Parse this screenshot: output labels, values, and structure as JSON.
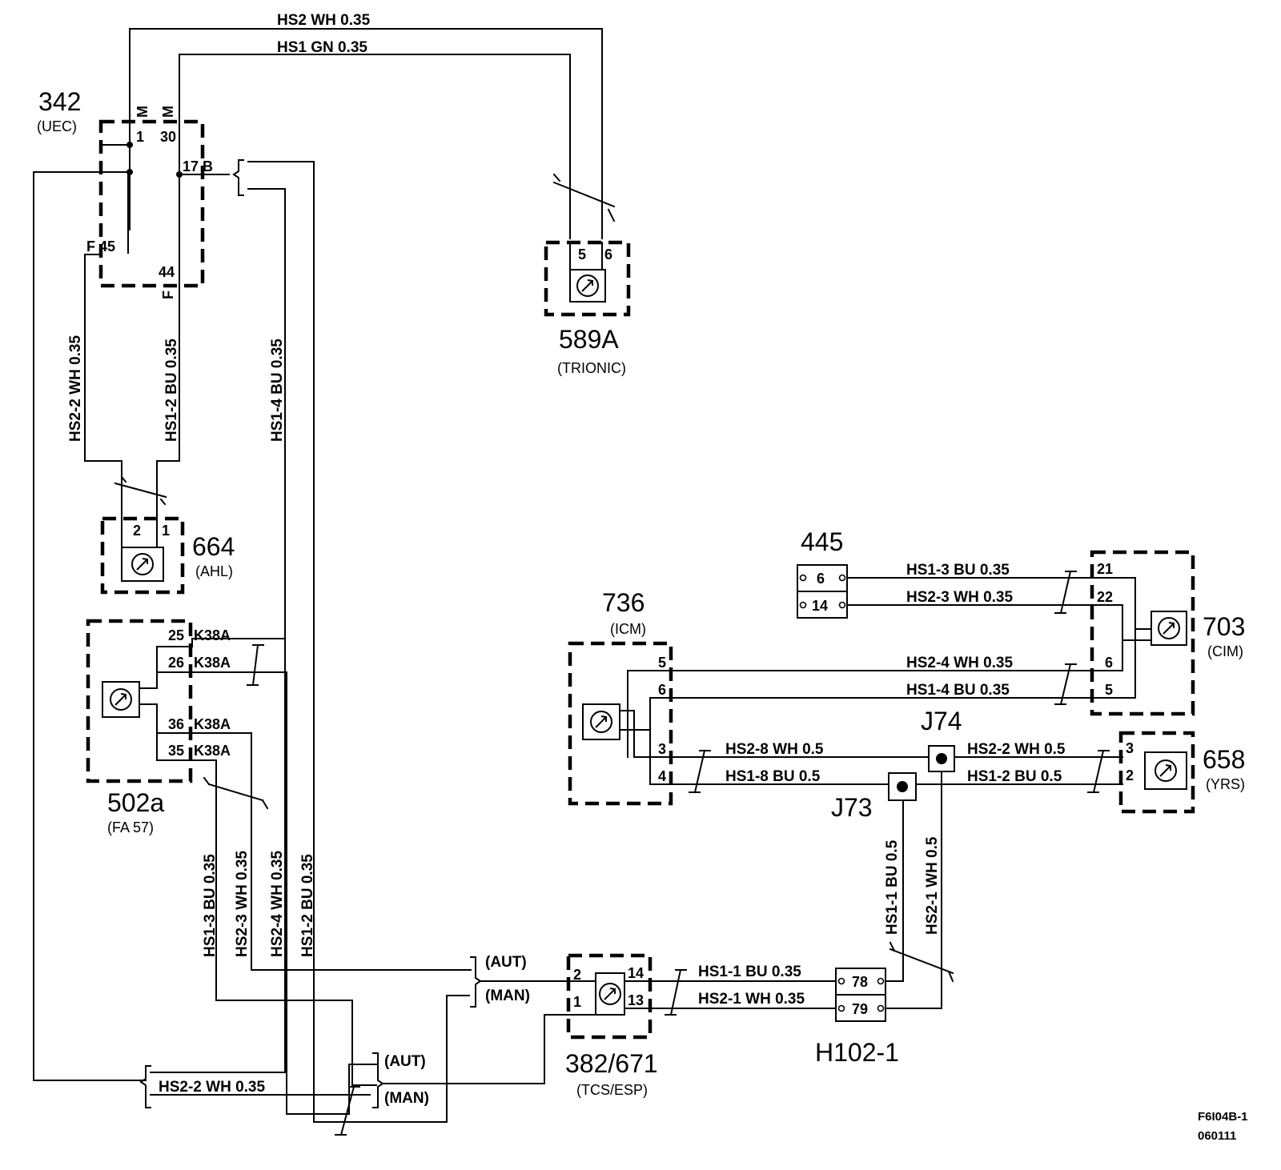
{
  "components": {
    "c342": {
      "id": "342",
      "name": "(UEC)"
    },
    "c589a": {
      "id": "589A",
      "name": "(TRIONIC)"
    },
    "c664": {
      "id": "664",
      "name": "(AHL)"
    },
    "c502a": {
      "id": "502a",
      "name": "(FA 57)"
    },
    "c445": {
      "id": "445"
    },
    "c736": {
      "id": "736",
      "name": "(ICM)"
    },
    "c703": {
      "id": "703",
      "name": "(CIM)"
    },
    "c658": {
      "id": "658",
      "name": "(YRS)"
    },
    "c382": {
      "id": "382/671",
      "name": "(TCS/ESP)"
    },
    "h102": {
      "id": "H102-1"
    },
    "j74": {
      "id": "J74"
    },
    "j73": {
      "id": "J73"
    }
  },
  "wires": {
    "top_hs2": "HS2  WH  0.35",
    "top_hs1": "HS1  GN   0.35",
    "hs2_2_v": "HS2-2  WH 0.35",
    "hs1_2_v": "HS1-2 BU  0.35",
    "hs1_4_v": "HS1-4 BU  0.35",
    "hs1_3_v": "HS1-3  BU   0.35",
    "hs2_3_v": "HS2-3  WH  0.35",
    "hs2_4_v": "HS2-4  WH  0.35",
    "hs1_2b_v": "HS1-2  BU  0.35",
    "hs2_2_bot": "HS2-2   WH   0.35",
    "hs1_3_h": "HS1-3   BU   0.35",
    "hs2_3_h": "HS2-3   WH   0.35",
    "hs2_4_h": "HS2-4   WH   0.35",
    "hs1_4_h": "HS1-4  BU   0.35",
    "hs2_8_h": "HS2-8   WH   0.5",
    "hs1_8_h": "HS1-8   BU    0.5",
    "hs2_2_r": "HS2-2  WH 0.5",
    "hs1_2_r": "HS1-2  BU   0.5",
    "hs1_1_v": "HS1-1  BU  0.5",
    "hs2_1_v": "HS2-1  WH  0.5",
    "hs1_1_h": "HS1-1 BU  0.35",
    "hs2_1_h": "HS2-1  WH  0.35"
  },
  "pins": {
    "m1": "M",
    "m2": "M",
    "p1": "1",
    "p30": "30",
    "p17b": "17 B",
    "f45": "F 45",
    "p44": "44",
    "f44": "F",
    "p5": "5",
    "p6": "6",
    "a2": "2",
    "a1": "1",
    "k25": "25",
    "k26": "26",
    "k36": "36",
    "k35": "35",
    "k38a": "K38A",
    "i6": "6",
    "i14": "14",
    "c21": "21",
    "c22": "22",
    "c6": "6",
    "c5": "5",
    "m5": "5",
    "m6": "6",
    "m3": "3",
    "m4": "4",
    "y3": "3",
    "y2": "2",
    "t2": "2",
    "t14": "14",
    "t1": "1",
    "t13": "13",
    "h78": "78",
    "h79": "79"
  },
  "switch_labels": {
    "aut": "(AUT)",
    "man": "(MAN)"
  },
  "drawing_code": [
    "F6I04B-1",
    "060111"
  ]
}
